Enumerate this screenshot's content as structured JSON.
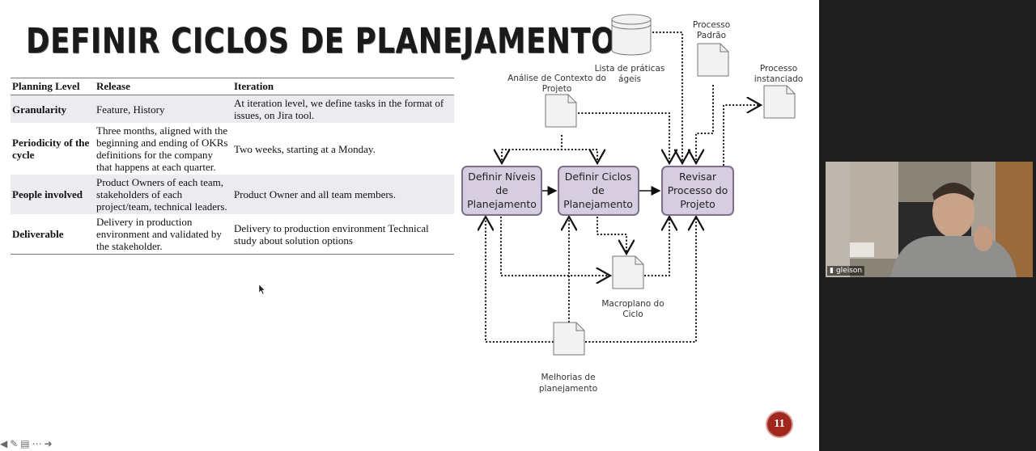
{
  "slide": {
    "title": "DEFINIR CICLOS DE PLANEJAMENTO",
    "page_number": "11"
  },
  "table": {
    "headers": [
      "Planning Level",
      "Release",
      "Iteration"
    ],
    "rows": [
      {
        "level": "Granularity",
        "release": "Feature, History",
        "iteration": "At iteration level, we define tasks in the format of issues, on Jira tool."
      },
      {
        "level": "Periodicity of the cycle",
        "release": "Three months, aligned with the beginning and ending of OKRs definitions for the company that happens at each quarter.",
        "iteration": "Two weeks, starting at a Monday."
      },
      {
        "level": "People involved",
        "release": "Product Owners of each team, stakeholders of each project/team, technical leaders.",
        "iteration": "Product Owner and all team members."
      },
      {
        "level": "Deliverable",
        "release": "Delivery in production environment and validated by the stakeholder.",
        "iteration": "Delivery to production environment Technical study about solution options"
      }
    ]
  },
  "diagram": {
    "processes": [
      {
        "line1": "Definir Níveis",
        "line2": "de",
        "line3": "Planejamento"
      },
      {
        "line1": "Definir Ciclos",
        "line2": "de",
        "line3": "Planejamento"
      },
      {
        "line1": "Revisar",
        "line2": "Processo do",
        "line3": "Projeto"
      }
    ],
    "artifacts": {
      "lista_line1": "Lista de práticas",
      "lista_line2": "ágeis",
      "padrao_line1": "Processo",
      "padrao_line2": "Padrão",
      "instanciado_line1": "Processo",
      "instanciado_line2": "instanciado",
      "analise_line1": "Análise de Contexto do",
      "analise_line2": "Projeto",
      "macroplano_line1": "Macroplano do",
      "macroplano_line2": "Ciclo",
      "melhorias_line1": "Melhorias de",
      "melhorias_line2": "planejamento"
    }
  },
  "video": {
    "participant_name": "gleison"
  },
  "colors": {
    "process_fill": "#d6cde0",
    "process_border": "#7d6f8c",
    "badge": "#a0281c"
  }
}
